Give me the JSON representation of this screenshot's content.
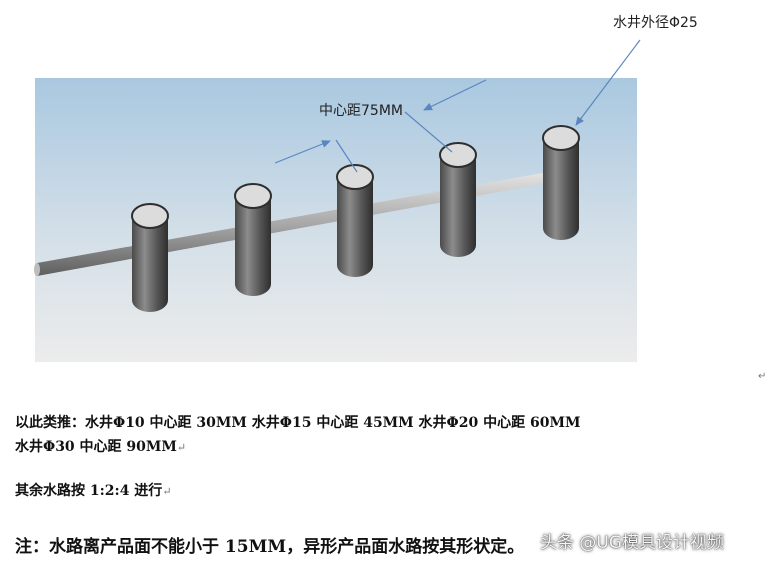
{
  "figure": {
    "label_outer_diameter": "水井外径Φ25",
    "label_center_distance": "中心距75MM"
  },
  "text": {
    "line1": "以此类推：水井Φ10 中心距 30MM    水井Φ15 中心距 45MM  水井Φ20 中心距 60MM",
    "line2": "水井Φ30 中心距 90MM",
    "line3": "其余水路按 1:2:4 进行",
    "note": "注：水路离产品面不能小于 15MM，异形产品面水路按其形状定。",
    "paragraph_mark": "↵"
  },
  "watermark": "头条 @UG模具设计视频",
  "colors": {
    "background_top": "#aecbe0",
    "background_bottom": "#ececec",
    "arrow": "#5a86c0",
    "cylinder_dark": "#3e3e3e",
    "cylinder_light": "#8a8a8a",
    "cap": "#dcdcdc",
    "pipe_light": "#dadada",
    "pipe_dark": "#6f6f6f"
  }
}
